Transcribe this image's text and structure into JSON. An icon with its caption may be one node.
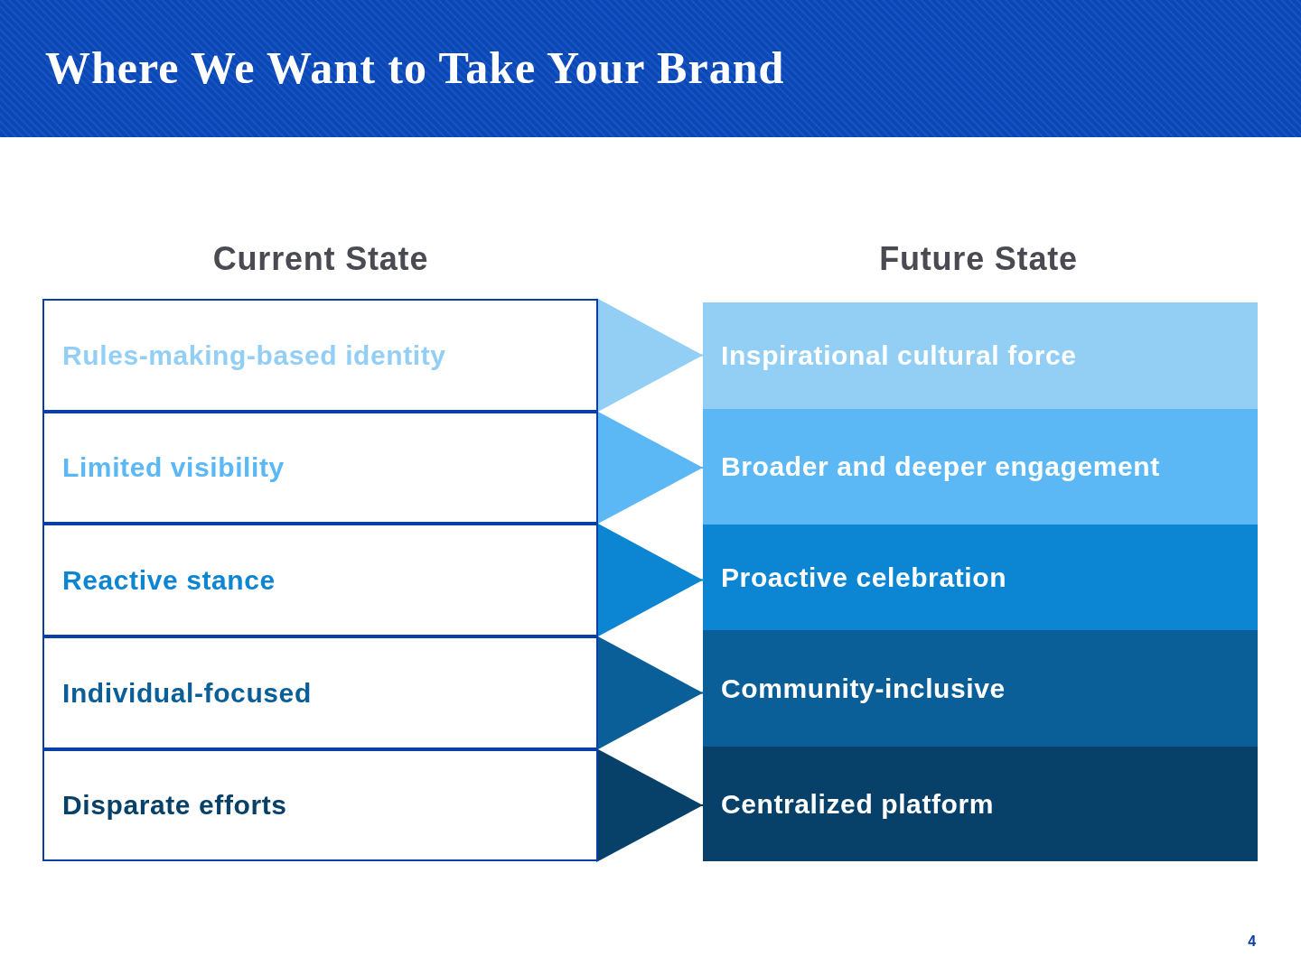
{
  "diagram": {
    "title": "Where We Want to Take Your Brand",
    "nodes": [
      {
        "text": [
          "Rules-making-based identity"
        ]
      },
      {
        "text": [
          "Limited visibility"
        ]
      },
      {
        "text": [
          "Reactive stance"
        ]
      },
      {
        "text": [
          "Individual-focused"
        ]
      },
      {
        "text": [
          "Disparate efforts"
        ]
      },
      {
        "text": [
          "Inspirational cultural force"
        ]
      },
      {
        "text": [
          "Broader and deeper engagement"
        ]
      },
      {
        "text": [
          "Proactive celebration"
        ]
      },
      {
        "text": [
          "Community-inclusive"
        ]
      },
      {
        "text": [
          "Centralized platform"
        ]
      }
    ],
    "edges": [
      {
        "from": 0,
        "to": 5,
        "arrow": "to",
        "color": "#93cff5"
      },
      {
        "from": 1,
        "to": 6,
        "arrow": "to",
        "color": "#5bb8f5"
      },
      {
        "from": 2,
        "to": 7,
        "arrow": "to",
        "color": "#0c85d2"
      },
      {
        "from": 3,
        "to": 8,
        "arrow": "to",
        "color": "#0b5f99"
      },
      {
        "from": 4,
        "to": 9,
        "arrow": "to",
        "color": "#074068"
      }
    ],
    "labels": [
      "Current State",
      "Future State",
      "4"
    ]
  }
}
